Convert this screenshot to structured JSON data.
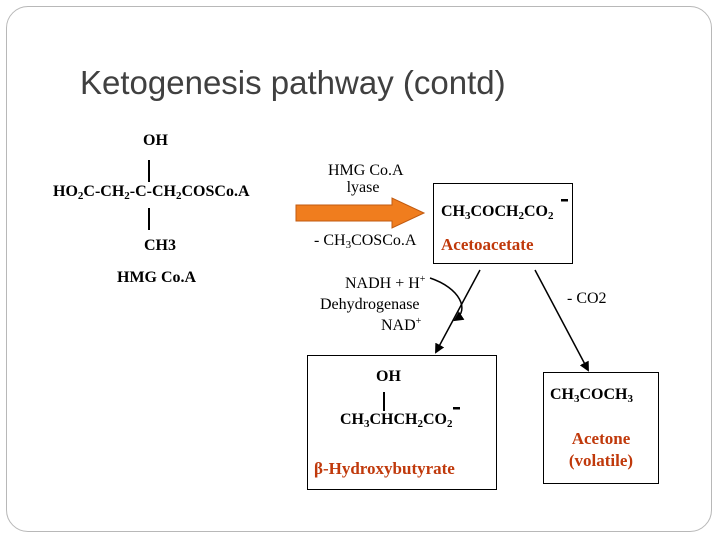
{
  "title": "Ketogenesis pathway (contd)",
  "hmg": {
    "oh": "OH",
    "formula": [
      "HO",
      "2",
      "C-CH",
      "2",
      "-C-CH",
      "2",
      "COSCo.A"
    ],
    "ch3": "CH3",
    "name": "HMG Co.A"
  },
  "lyase": {
    "enzyme_line1": "HMG Co.A",
    "enzyme_line2": "lyase",
    "byproduct": [
      "- CH",
      "3",
      "COSCo.A"
    ]
  },
  "acetoacetate": {
    "formula": [
      "CH",
      "3",
      "COCH",
      "2",
      "CO",
      "2"
    ],
    "name": "Acetoacetate"
  },
  "dehydrogenase": {
    "nadh": [
      "NADH + H",
      "+"
    ],
    "enzyme": "Dehydrogenase",
    "nad": [
      "NAD",
      "+"
    ]
  },
  "decarboxylation": {
    "label": "- CO2"
  },
  "hydroxybutyrate": {
    "oh": "OH",
    "formula": [
      "CH",
      "3",
      "CHCH",
      "2",
      "CO",
      "2"
    ],
    "name": "β-Hydroxybutyrate"
  },
  "acetone": {
    "formula": [
      "CH",
      "3",
      "COCH",
      "3"
    ],
    "name_line1": "Acetone",
    "name_line2": "(volatile)"
  },
  "colors": {
    "arrow_fill": "#f07d1e",
    "arrow_edge": "#c05a10",
    "highlight_text": "#c0390b",
    "title": "#404040"
  }
}
